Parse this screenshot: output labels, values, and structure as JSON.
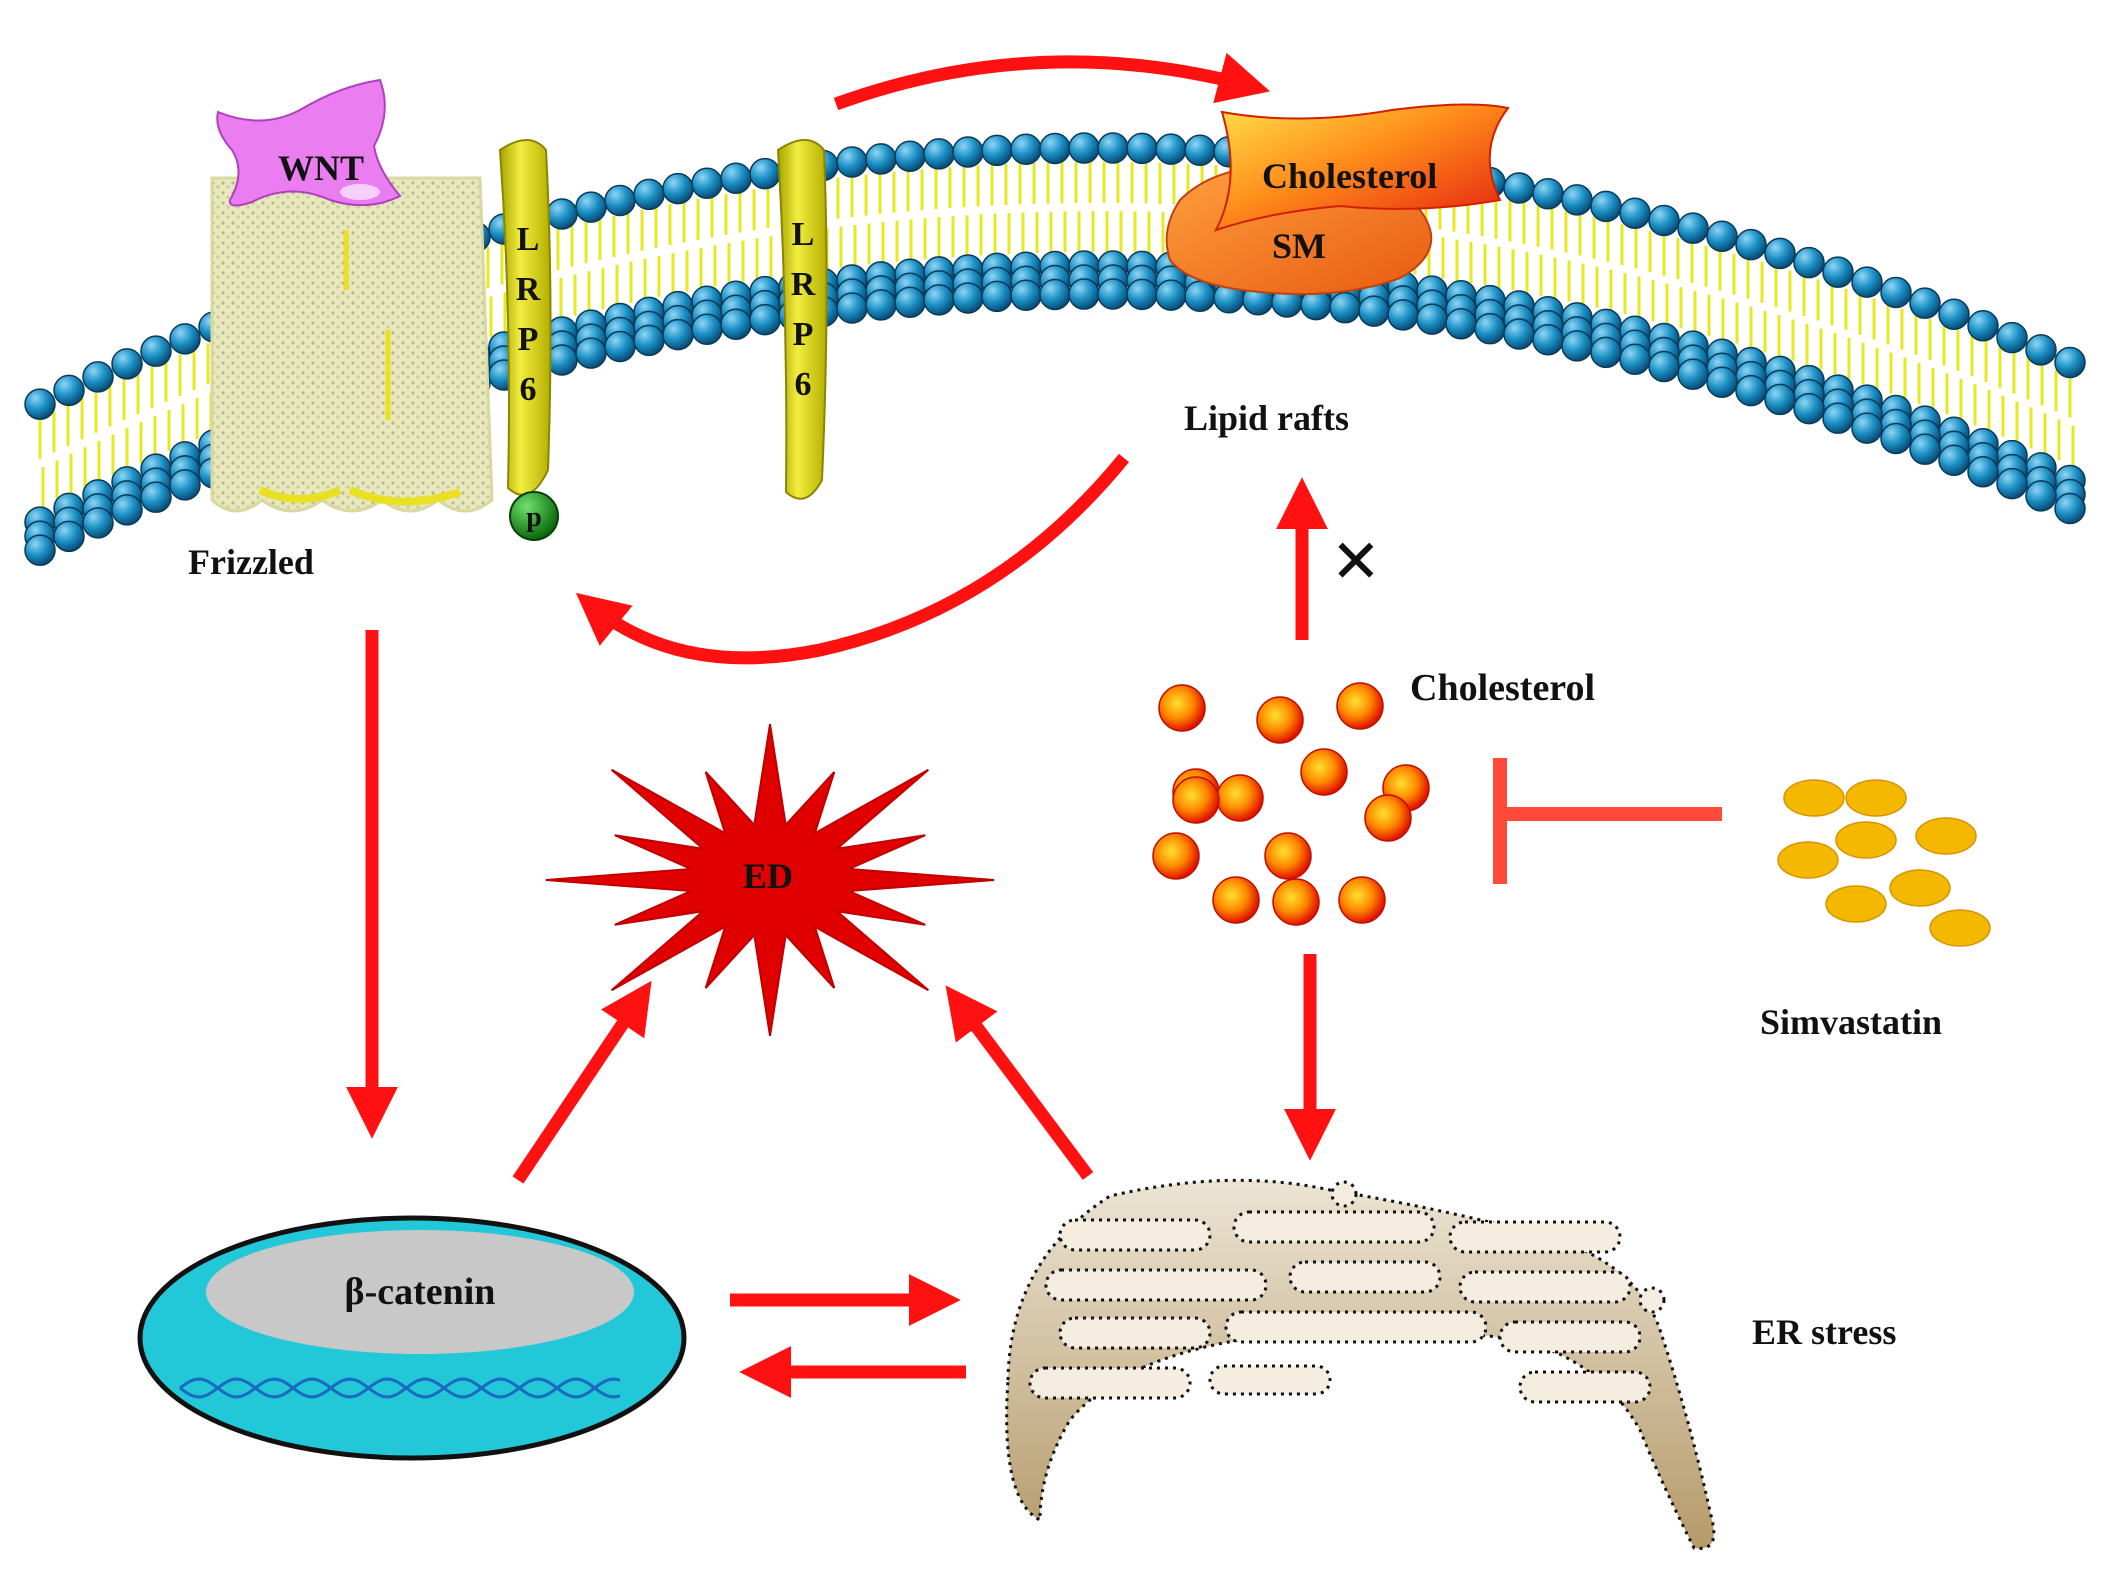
{
  "labels": {
    "wnt": "WNT",
    "frizzled": "Frizzled",
    "lrp6_left": [
      "L",
      "R",
      "P",
      "6"
    ],
    "lrp6_right": [
      "L",
      "R",
      "P",
      "6"
    ],
    "phospho": "p",
    "raft_cholesterol": "Cholesterol",
    "raft_sm": "SM",
    "lipid_rafts": "Lipid rafts",
    "cholesterol": "Cholesterol",
    "simvastatin": "Simvastatin",
    "ed": "ED",
    "beta_catenin": "β-catenin",
    "er_stress": "ER stress",
    "block_mark": "×"
  },
  "colors": {
    "arrow": "#ff1111",
    "inhibit": "#ff4a3a",
    "lipid_head": "#1a8fc4",
    "lipid_tail": "#e8e820",
    "receptor": "#e6e21c",
    "wnt": "#ea7ef0",
    "nucleus": "#22c8d8",
    "ed_star": "#e00000",
    "statin": "#f5b800"
  }
}
